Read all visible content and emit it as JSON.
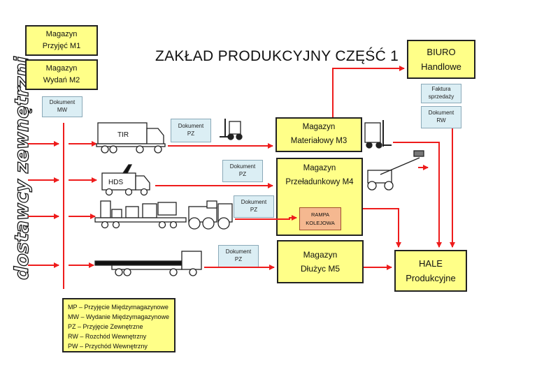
{
  "title": "ZAKŁAD PRODUKCYJNY CZĘŚĆ 1",
  "vertical_label": "dostawcy zewnętrzni",
  "boxes": {
    "m1": [
      "Magazyn",
      "Przyjęć M1"
    ],
    "m2": [
      "Magazyn",
      "Wydań M2"
    ],
    "m3": [
      "Magazyn",
      "Materiałowy M3"
    ],
    "m4": [
      "Magazyn",
      "Przeładunkowy M4"
    ],
    "m5": [
      "Magazyn",
      "Dłużyc M5"
    ],
    "biuro": [
      "BIURO",
      "Handlowe"
    ],
    "hale": [
      "HALE",
      "Produkcyjne"
    ],
    "rampa": [
      "RAMPA",
      "KOLEJOWA"
    ]
  },
  "documents": {
    "mw": [
      "Dokument",
      "MW"
    ],
    "pz1": [
      "Dokument",
      "PZ"
    ],
    "pz2": [
      "Dokument",
      "PZ"
    ],
    "pz3": [
      "Dokument",
      "PZ"
    ],
    "pz4": [
      "Dokument",
      "PZ"
    ],
    "faktura": [
      "Faktura",
      "sprzedaży"
    ],
    "rw": [
      "Dokument",
      "RW"
    ]
  },
  "vehicles": {
    "tir": "TIR",
    "hds": "HDS"
  },
  "legend": [
    "MP – Przyjęcie Międzymagazynowe",
    "MW – Wydanie Międzymagazynowe",
    "PZ – Przyjęcie Zewnętrzne",
    "RW – Rozchód Wewnętrzny",
    "PW – Przychód Wewnętrzny"
  ],
  "colors": {
    "arrow": "#ee1c1c",
    "yellow_box": "#ffff88",
    "doc_box": "#dbeef4",
    "rampa": "#f5b890"
  }
}
